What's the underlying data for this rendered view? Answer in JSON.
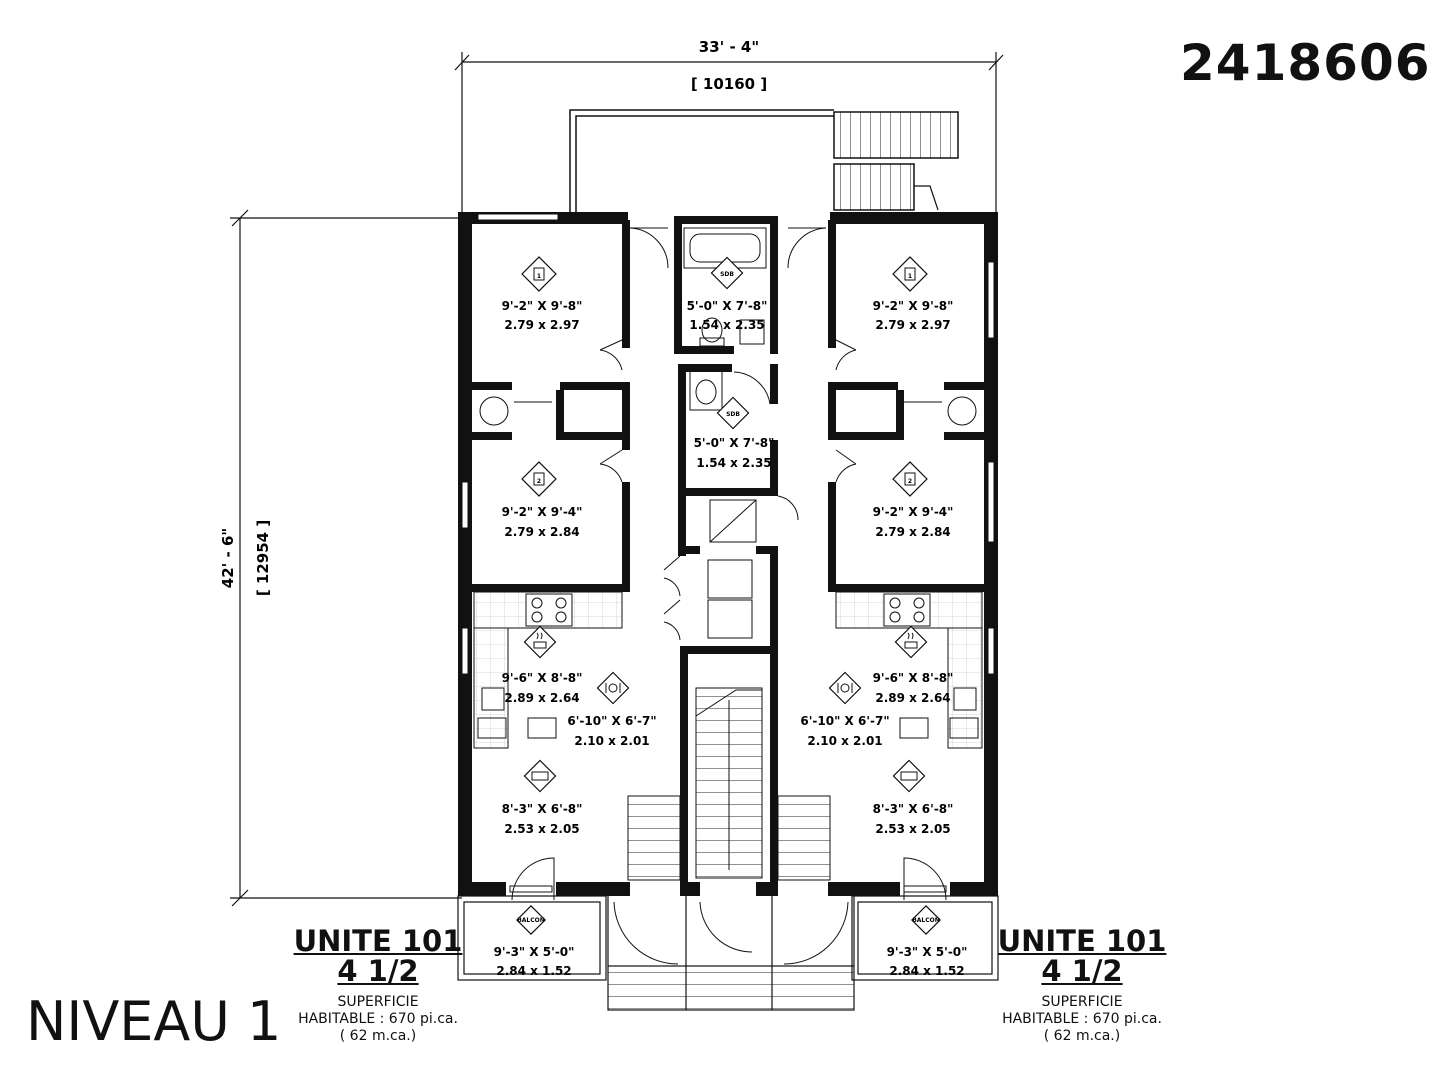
{
  "plan_number": "2418606",
  "level_label": "NIVEAU 1",
  "dimensions": {
    "width_imperial": "33' - 4\"",
    "width_metric": "[ 10160 ]",
    "height_imperial": "42' - 6\"",
    "height_metric": "[ 12954 ]"
  },
  "units": [
    {
      "title": "UNITE 101",
      "type": "4 1/2",
      "superficie": "SUPERFICIE",
      "habitable": "HABITABLE : 670 pi.ca.",
      "metric": "( 62 m.ca.)"
    },
    {
      "title": "UNITE 101",
      "type": "4 1/2",
      "superficie": "SUPERFICIE",
      "habitable": "HABITABLE : 670 pi.ca.",
      "metric": "( 62 m.ca.)"
    }
  ],
  "tags": {
    "sdb": "SDB",
    "balcon": "BALCON",
    "bed1": "1",
    "bed2": "2"
  },
  "rooms": {
    "l_bed1": {
      "imp": "9'-2\" X 9'-8\"",
      "met": "2.79 x 2.97"
    },
    "l_bed2": {
      "imp": "9'-2\" X 9'-4\"",
      "met": "2.79 x 2.84"
    },
    "l_kitchen": {
      "imp": "9'-6\" X 8'-8\"",
      "met": "2.89 x 2.64"
    },
    "l_dining": {
      "imp": "6'-10\" X 6'-7\"",
      "met": "2.10 x 2.01"
    },
    "l_living": {
      "imp": "8'-3\" X 6'-8\"",
      "met": "2.53 x 2.05"
    },
    "l_balcon": {
      "imp": "9'-3\" X 5'-0\"",
      "met": "2.84 x 1.52"
    },
    "bath_top": {
      "imp": "5'-0\" X 7'-8\"",
      "met": "1.54 x 2.35"
    },
    "bath_mid": {
      "imp": "5'-0\" X 7'-8\"",
      "met": "1.54 x 2.35"
    },
    "r_bed1": {
      "imp": "9'-2\" X 9'-8\"",
      "met": "2.79 x 2.97"
    },
    "r_bed2": {
      "imp": "9'-2\" X 9'-4\"",
      "met": "2.79 x 2.84"
    },
    "r_kitchen": {
      "imp": "9'-6\" X 8'-8\"",
      "met": "2.89 x 2.64"
    },
    "r_dining": {
      "imp": "6'-10\" X 6'-7\"",
      "met": "2.10 x 2.01"
    },
    "r_living": {
      "imp": "8'-3\" X 6'-8\"",
      "met": "2.53 x 2.05"
    },
    "r_balcon": {
      "imp": "9'-3\" X 5'-0\"",
      "met": "2.84 x 1.52"
    }
  }
}
